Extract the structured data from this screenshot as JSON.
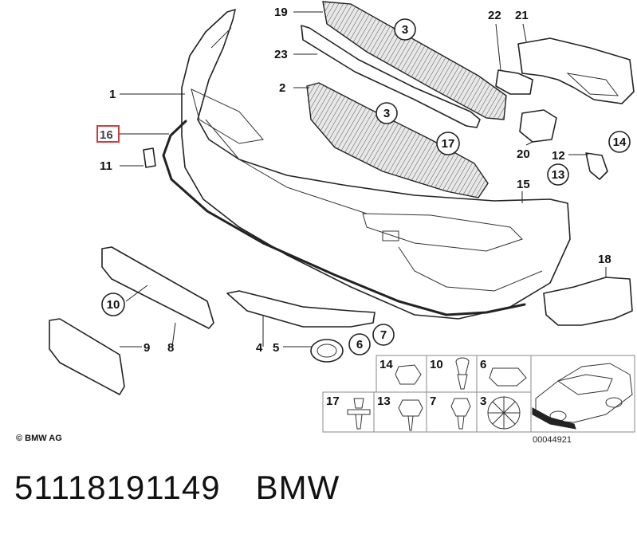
{
  "callouts": {
    "c1": "1",
    "c2": "2",
    "c3a": "3",
    "c3b": "3",
    "c4": "4",
    "c5": "5",
    "c6": "6",
    "c7": "7",
    "c8": "8",
    "c9": "9",
    "c10": "10",
    "c11": "11",
    "c12": "12",
    "c13": "13",
    "c14": "14",
    "c15": "15",
    "c16": "16",
    "c17": "17",
    "c18": "18",
    "c19": "19",
    "c20": "20",
    "c21": "21",
    "c22": "22",
    "c23": "23"
  },
  "hardware_table": {
    "top_row": [
      "14",
      "10",
      "6"
    ],
    "bottom_row": [
      "17",
      "13",
      "7",
      "3"
    ]
  },
  "copyright": "© BMW AG",
  "drawing_number": "00044921",
  "footer": {
    "part_number": "51118191149",
    "brand": "BMW"
  },
  "colors": {
    "highlight_box": "#d23b3b",
    "line": "#222222"
  }
}
